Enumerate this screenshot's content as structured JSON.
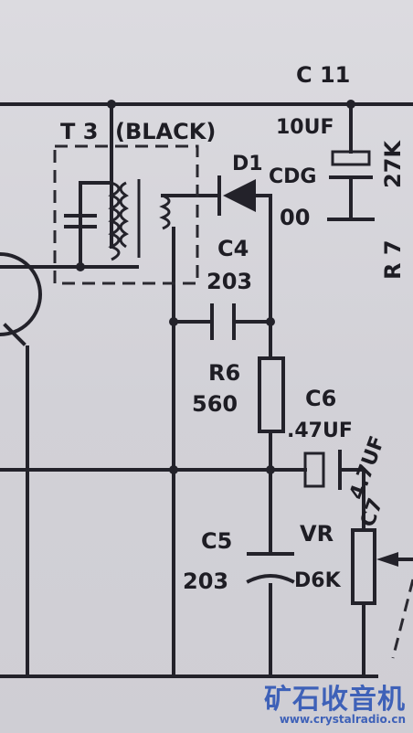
{
  "diagram": {
    "labels": {
      "c11": "C 11",
      "t3": "T 3",
      "black": "(BLACK)",
      "c11_value": "10UF",
      "d1": "D1",
      "cdg": "CDG",
      "cdg_suffix": "00",
      "r7": "R 7",
      "r7_value": "27K",
      "c4": "C4",
      "c4_value": "203",
      "r6": "R6",
      "r6_value": "560",
      "c6": "C6",
      "c6_value": ".47UF",
      "c7_value": "4.7UF",
      "c7": "C7",
      "c5": "C5",
      "c5_value": "203",
      "vr": "VR",
      "vr_value": "D6K"
    }
  },
  "watermark": {
    "name": "矿石收音机",
    "url": "www.crystalradio.cn"
  }
}
